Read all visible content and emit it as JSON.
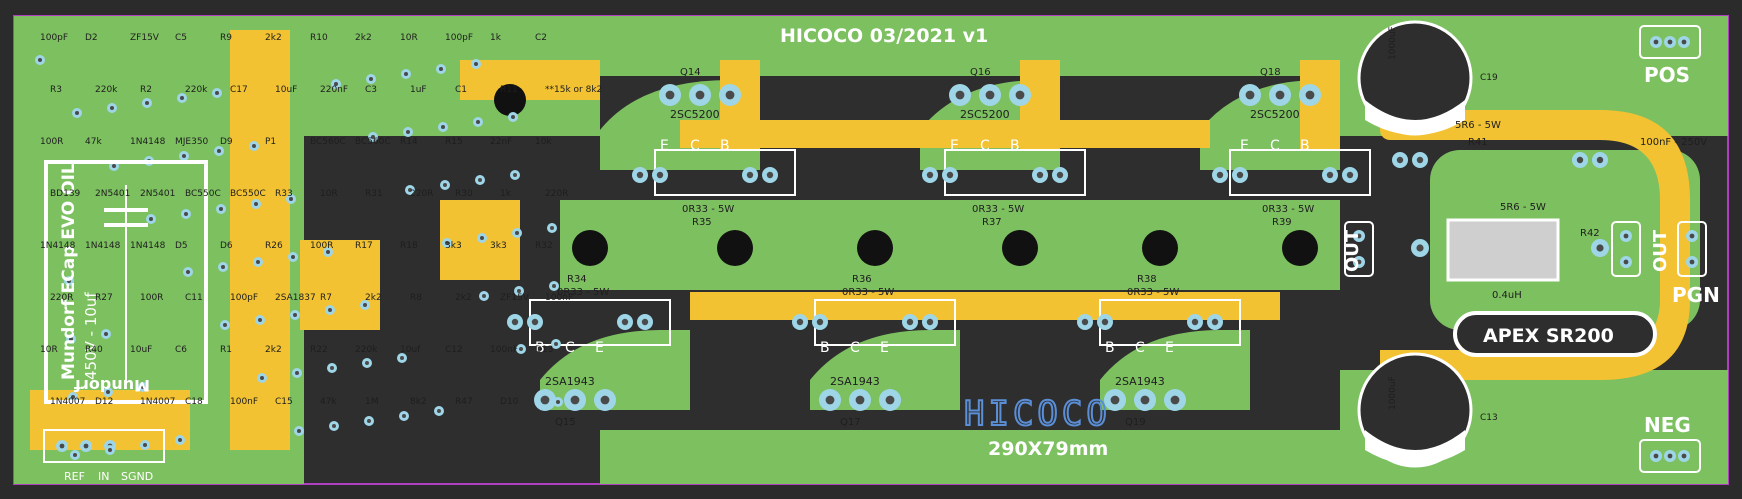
{
  "board": {
    "title": "HICOCO 03/2021 v1",
    "size_label": "290X79mm",
    "logo_text": "HICOCO",
    "brand_text": "APEX SR200",
    "cap_left": {
      "line1": "Mundorf ECap EVO OIL",
      "line2": "450V - 10uf",
      "brand": "Mundorf"
    },
    "connectors": {
      "pos": "POS",
      "neg": "NEG",
      "pgn": "PGN",
      "out_a": "OUT",
      "out_b": "OUT",
      "input_pins": [
        "REF",
        "IN",
        "SGND"
      ]
    },
    "resistors_big": [
      {
        "ref": "R35",
        "value": "0R33 - 5W"
      },
      {
        "ref": "R37",
        "value": "0R33 - 5W"
      },
      {
        "ref": "R39",
        "value": "0R33 - 5W"
      },
      {
        "ref": "R34",
        "value": "0R33 - 5W"
      },
      {
        "ref": "R36",
        "value": "0R33 - 5W"
      },
      {
        "ref": "R38",
        "value": "0R33 - 5W"
      }
    ],
    "output_resistors": [
      {
        "ref": "R41",
        "value": "5R6 - 5W"
      },
      {
        "ref": "R42",
        "value": "5R6 - 5W"
      }
    ],
    "coil": "0.4uH",
    "cap_c15": "100nF - 250V",
    "transistors_top": [
      {
        "ref": "Q14",
        "type": "2SC5200"
      },
      {
        "ref": "Q16",
        "type": "2SC5200"
      },
      {
        "ref": "Q18",
        "type": "2SC5200"
      }
    ],
    "transistors_bottom": [
      {
        "ref": "Q15",
        "type": "2SA1943"
      },
      {
        "ref": "Q17",
        "type": "2SA1943"
      },
      {
        "ref": "Q19",
        "type": "2SA1943"
      }
    ],
    "pins_ecb": [
      "E",
      "C",
      "B"
    ],
    "pins_bce": [
      "B",
      "C",
      "E"
    ],
    "caps_big": [
      {
        "ref": "C19",
        "value": "1000uF"
      },
      {
        "ref": "C13",
        "value": "1000uF"
      }
    ],
    "small_labels": [
      {
        "text": "100pF"
      },
      {
        "text": "D2"
      },
      {
        "text": "ZF15V"
      },
      {
        "text": "C5"
      },
      {
        "text": "R9"
      },
      {
        "text": "2k2"
      },
      {
        "text": "R10"
      },
      {
        "text": "2k2"
      },
      {
        "text": "10R"
      },
      {
        "text": "100pF"
      },
      {
        "text": "1k"
      },
      {
        "text": "C2"
      },
      {
        "text": "R3"
      },
      {
        "text": "220k"
      },
      {
        "text": "R2"
      },
      {
        "text": "220k"
      },
      {
        "text": "C17"
      },
      {
        "text": "10uF"
      },
      {
        "text": "220nF"
      },
      {
        "text": "C3"
      },
      {
        "text": "1uF"
      },
      {
        "text": "C1"
      },
      {
        "text": "R11"
      },
      {
        "text": "**15k or 8k2"
      },
      {
        "text": "100R"
      },
      {
        "text": "47k"
      },
      {
        "text": "1N4148"
      },
      {
        "text": "MJE350"
      },
      {
        "text": "D9"
      },
      {
        "text": "P1"
      },
      {
        "text": "BC560C"
      },
      {
        "text": "BC560C"
      },
      {
        "text": "R14"
      },
      {
        "text": "R15"
      },
      {
        "text": "22nF"
      },
      {
        "text": "10k"
      },
      {
        "text": "BD139"
      },
      {
        "text": "2N5401"
      },
      {
        "text": "2N5401"
      },
      {
        "text": "BC550C"
      },
      {
        "text": "BC550C"
      },
      {
        "text": "R33"
      },
      {
        "text": "10R"
      },
      {
        "text": "R31"
      },
      {
        "text": "220R"
      },
      {
        "text": "R30"
      },
      {
        "text": "1k"
      },
      {
        "text": "220R"
      },
      {
        "text": "1N4148"
      },
      {
        "text": "1N4148"
      },
      {
        "text": "1N4148"
      },
      {
        "text": "D5"
      },
      {
        "text": "D6"
      },
      {
        "text": "R26"
      },
      {
        "text": "100R"
      },
      {
        "text": "R17"
      },
      {
        "text": "R18"
      },
      {
        "text": "3k3"
      },
      {
        "text": "3k3"
      },
      {
        "text": "R32"
      },
      {
        "text": "220R"
      },
      {
        "text": "R27"
      },
      {
        "text": "100R"
      },
      {
        "text": "C11"
      },
      {
        "text": "100pF"
      },
      {
        "text": "2SA1837"
      },
      {
        "text": "R7"
      },
      {
        "text": "2k2"
      },
      {
        "text": "R8"
      },
      {
        "text": "2k2"
      },
      {
        "text": "ZF15V"
      },
      {
        "text": "100nF"
      },
      {
        "text": "10R"
      },
      {
        "text": "R40"
      },
      {
        "text": "10uF"
      },
      {
        "text": "C6"
      },
      {
        "text": "R1"
      },
      {
        "text": "2k2"
      },
      {
        "text": "R22"
      },
      {
        "text": "220k"
      },
      {
        "text": "10uf"
      },
      {
        "text": "C12"
      },
      {
        "text": "100nF"
      },
      {
        "text": "D13"
      },
      {
        "text": "1N4007"
      },
      {
        "text": "D12"
      },
      {
        "text": "1N4007"
      },
      {
        "text": "C18"
      },
      {
        "text": "100nF"
      },
      {
        "text": "C15"
      },
      {
        "text": "47k"
      },
      {
        "text": "1M"
      },
      {
        "text": "8k2"
      },
      {
        "text": "R47"
      },
      {
        "text": "D10"
      }
    ],
    "colors": {
      "board": "#2e2e2e",
      "copper_green": "#7dc060",
      "copper_yellow": "#f2c232",
      "silk": "#ffffff",
      "pad": "#9ed6e8",
      "outline": "#b040c0",
      "logo": "#5a8fd8"
    }
  }
}
